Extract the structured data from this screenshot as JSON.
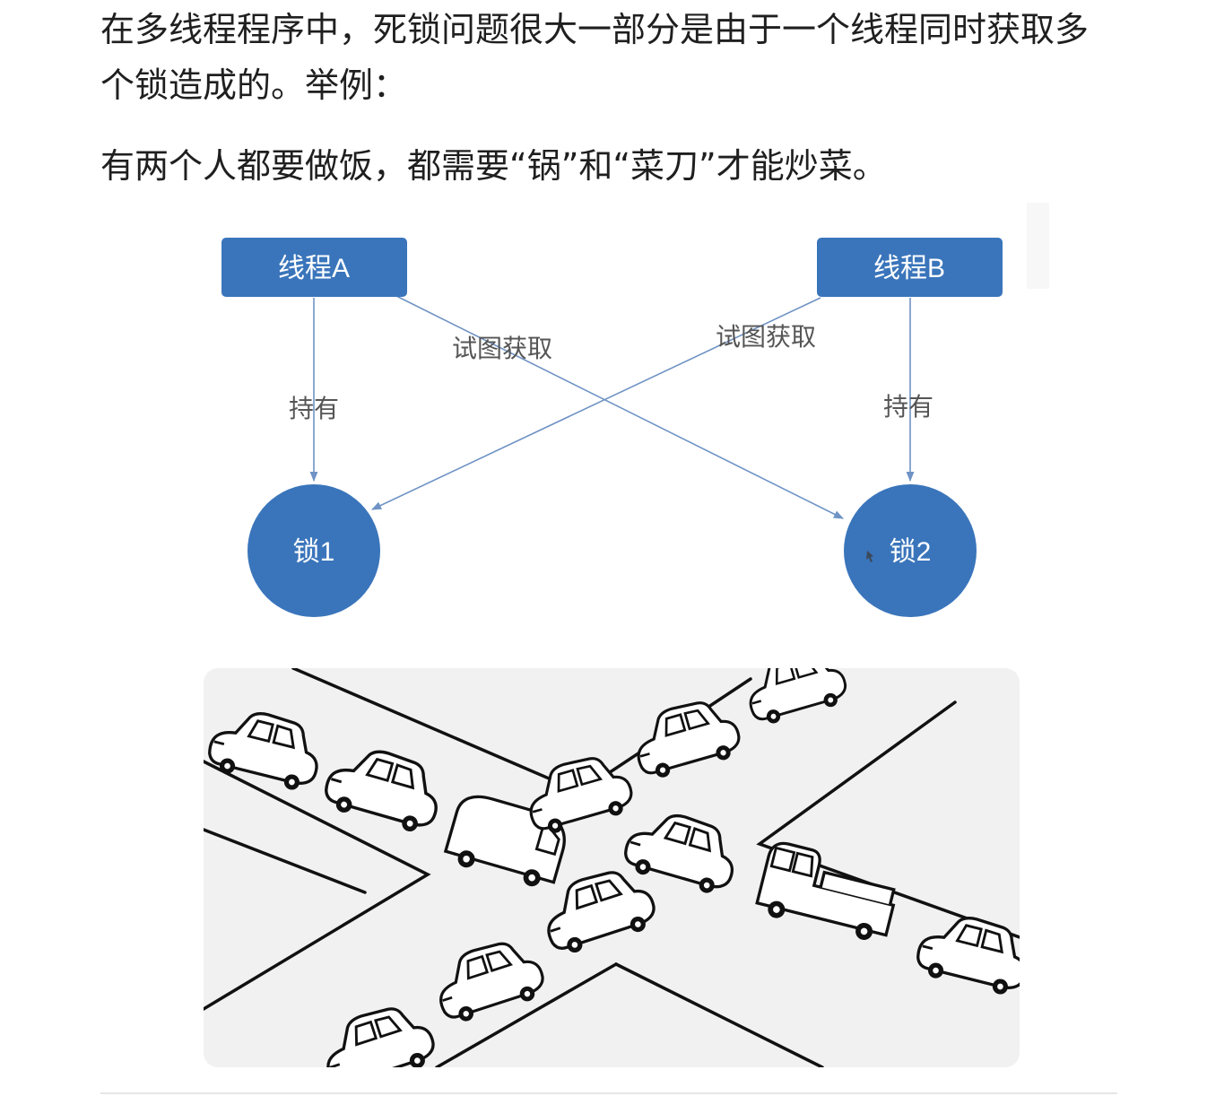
{
  "article": {
    "paragraph1": "在多线程程序中，死锁问题很大一部分是由于一个线程同时获取多个锁造成的。举例：",
    "paragraph2": "有两个人都要做饭，都需要“锅”和“菜刀”才能炒菜。"
  },
  "diagram": {
    "thread_a": "线程A",
    "thread_b": "线程B",
    "lock_1": "锁1",
    "lock_2": "锁2",
    "hold_a": "持有",
    "hold_b": "持有",
    "try_a": "试图获取",
    "try_b": "试图获取",
    "colors": {
      "node_fill": "#3a75bb",
      "edge": "#6f93c4",
      "label": "#555555",
      "node_text": "#ffffff"
    }
  },
  "illustration": {
    "subject": "traffic-jam-intersection-drawing"
  }
}
